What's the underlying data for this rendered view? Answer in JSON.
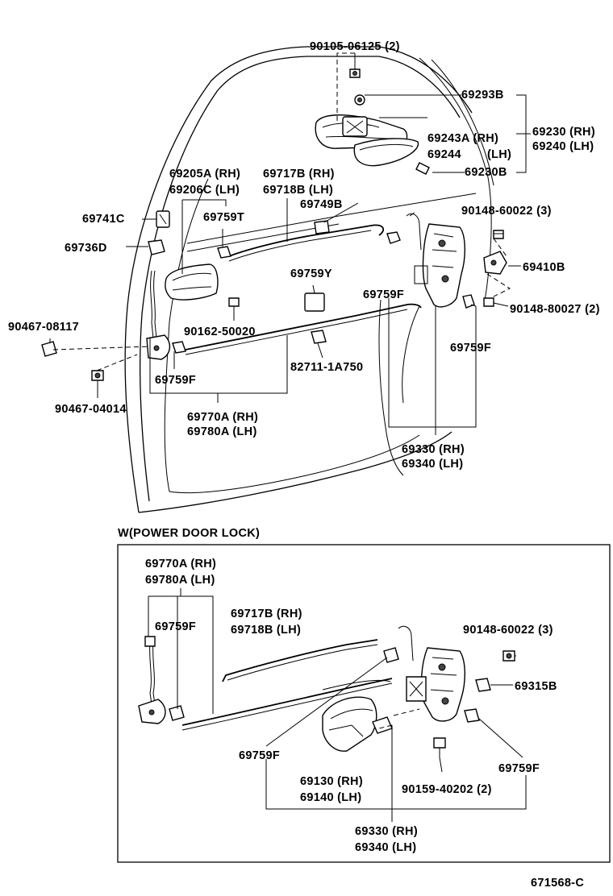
{
  "labels": {
    "l_90105": "90105-06125 (2)",
    "l_69293b": "69293B",
    "l_69243a": "69243A (RH)",
    "l_69244": "69244",
    "l_69244_lh": "(LH)",
    "l_69230rh": "69230 (RH)",
    "l_69240lh": "69240 (LH)",
    "l_69230b": "69230B",
    "l_69205a": "69205A (RH)",
    "l_69206c": "69206C (LH)",
    "l_69717b": "69717B (RH)",
    "l_69718b": "69718B (LH)",
    "l_69741c": "69741C",
    "l_69759t": "69759T",
    "l_69749b": "69749B",
    "l_90148_60022": "90148-60022 (3)",
    "l_69736d": "69736D",
    "l_69410b": "69410B",
    "l_69759y": "69759Y",
    "l_69759f_a": "69759F",
    "l_90148_80027": "90148-80027 (2)",
    "l_90467_08117": "90467-08117",
    "l_90162": "90162-50020",
    "l_69759f_b": "69759F",
    "l_69759f_c": "69759F",
    "l_82711": "82711-1A750",
    "l_90467_04014": "90467-04014",
    "l_69770a": "69770A (RH)",
    "l_69780a": "69780A (LH)",
    "l_69330": "69330 (RH)",
    "l_69340": "69340 (LH)"
  },
  "inset": {
    "title": "W(POWER  DOOR  LOCK)",
    "l_69770a": "69770A (RH)",
    "l_69780a": "69780A (LH)",
    "l_69759f_a": "69759F",
    "l_69717b": "69717B (RH)",
    "l_69718b": "69718B (LH)",
    "l_90148_60022": "90148-60022 (3)",
    "l_69315b": "69315B",
    "l_69759f_b": "69759F",
    "l_69759f_c": "69759F",
    "l_69130": "69130 (RH)",
    "l_69140": "69140 (LH)",
    "l_90159": "90159-40202 (2)",
    "l_69330": "69330 (RH)",
    "l_69340": "69340 (LH)"
  },
  "diagram_code": "671568-C"
}
